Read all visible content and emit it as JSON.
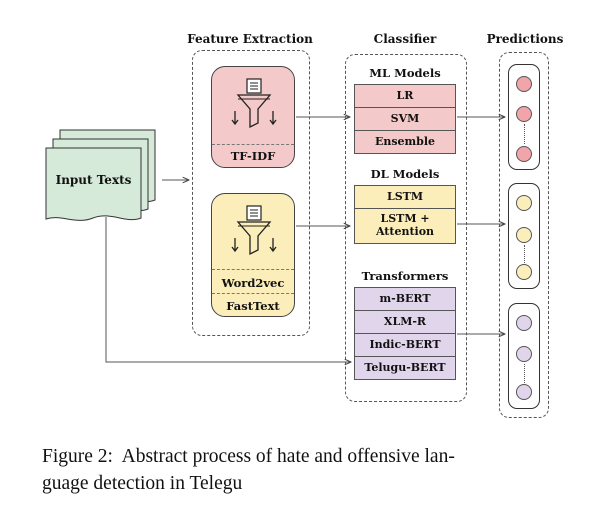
{
  "headers": {
    "feature_extraction": "Feature Extraction",
    "classifier": "Classifier",
    "predictions": "Predictions"
  },
  "input": {
    "label": "Input Texts"
  },
  "feature_cards": [
    {
      "labels": [
        "TF-IDF"
      ],
      "color": "#f4c9c9"
    },
    {
      "labels": [
        "Word2vec",
        "FastText"
      ],
      "color": "#fbeebb"
    }
  ],
  "classifier_groups": [
    {
      "title": "ML Models",
      "items": [
        "LR",
        "SVM",
        "Ensemble"
      ],
      "color": "#f4c9c9"
    },
    {
      "title": "DL Models",
      "items": [
        "LSTM",
        "LSTM +\nAttention"
      ],
      "color": "#fbeebb"
    },
    {
      "title": "Transformers",
      "items": [
        "m-BERT",
        "XLM-R",
        "Indic-BERT",
        "Telugu-BERT"
      ],
      "color": "#e1d5ec"
    }
  ],
  "prediction_colors": [
    "#f1a5aa",
    "#fbeebb",
    "#e1d5ec"
  ],
  "caption": "Figure 2: Abstract process of hate and offensive language detection in Telegu",
  "caption_lines": [
    "Figure 2:  Abstract process of hate and offensive lan-",
    "guage detection in Telegu"
  ]
}
